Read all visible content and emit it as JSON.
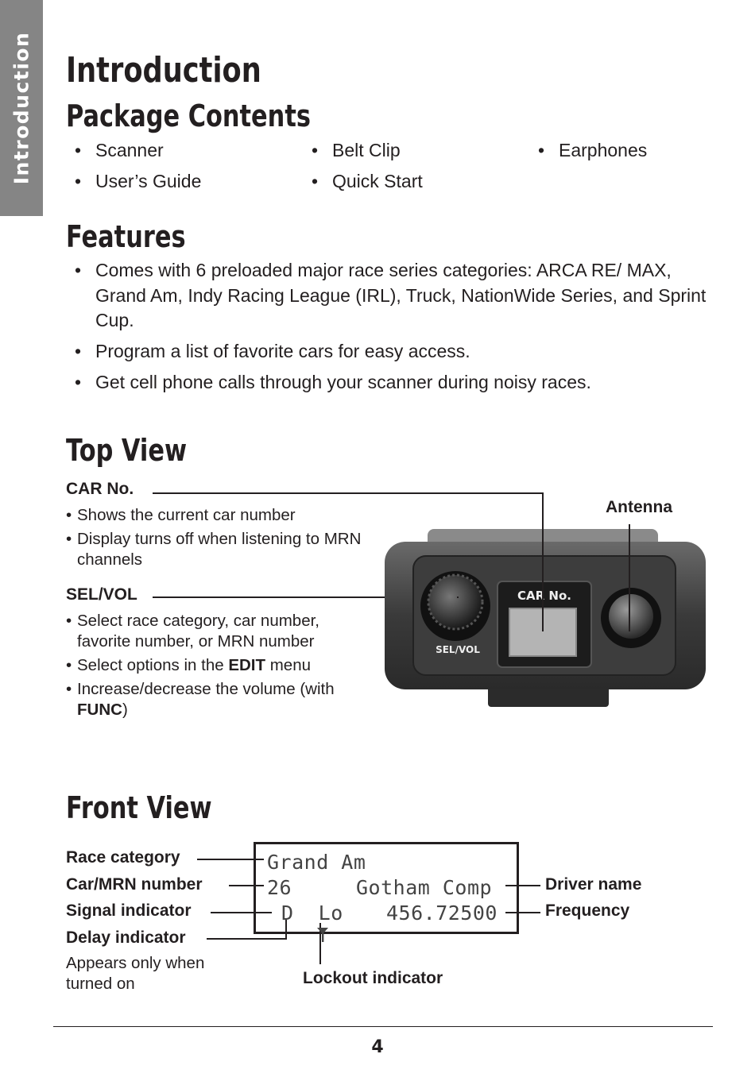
{
  "side_tab": "Introduction",
  "title": "Introduction",
  "package": {
    "heading": "Package Contents",
    "items": [
      "Scanner",
      "Belt Clip",
      "Earphones",
      "User’s Guide",
      "Quick Start"
    ]
  },
  "features": {
    "heading": "Features",
    "items": [
      "Comes with 6 preloaded major race series categories: ARCA RE/ MAX, Grand Am, Indy Racing League (IRL), Truck, NationWide Series, and Sprint Cup.",
      "Program a list of favorite cars for easy access.",
      "Get cell phone calls through your scanner during noisy races."
    ]
  },
  "top_view": {
    "heading": "Top View",
    "car_no": {
      "label": "CAR No.",
      "items": [
        "Shows the current car number",
        "Display turns off when listening to MRN channels"
      ]
    },
    "sel_vol": {
      "label": "SEL/VOL",
      "items": [
        "Select race category, car number, favorite number, or MRN number"
      ],
      "edit": {
        "before": "Select options in the ",
        "bold": "EDIT",
        "after": " menu"
      },
      "func": {
        "before": "Increase/decrease the volume (with ",
        "bold": "FUNC",
        "after": ")"
      }
    },
    "antenna": "Antenna",
    "device": {
      "display_label": "CAR No.",
      "knob_label": "SEL/VOL"
    }
  },
  "front_view": {
    "heading": "Front View",
    "labels": {
      "race_category": "Race category",
      "car_mrn": "Car/MRN number",
      "signal": "Signal indicator",
      "delay": "Delay indicator",
      "delay_note": "Appears only when turned on",
      "lockout": "Lockout indicator",
      "driver": "Driver name",
      "frequency": "Frequency"
    },
    "lcd": {
      "line1": "Grand Am",
      "line2_num": "26",
      "line2_name": "Gotham Comp",
      "line3_ind": "D  Lo",
      "line3_freq": "456.72500"
    }
  },
  "page_number": "4"
}
